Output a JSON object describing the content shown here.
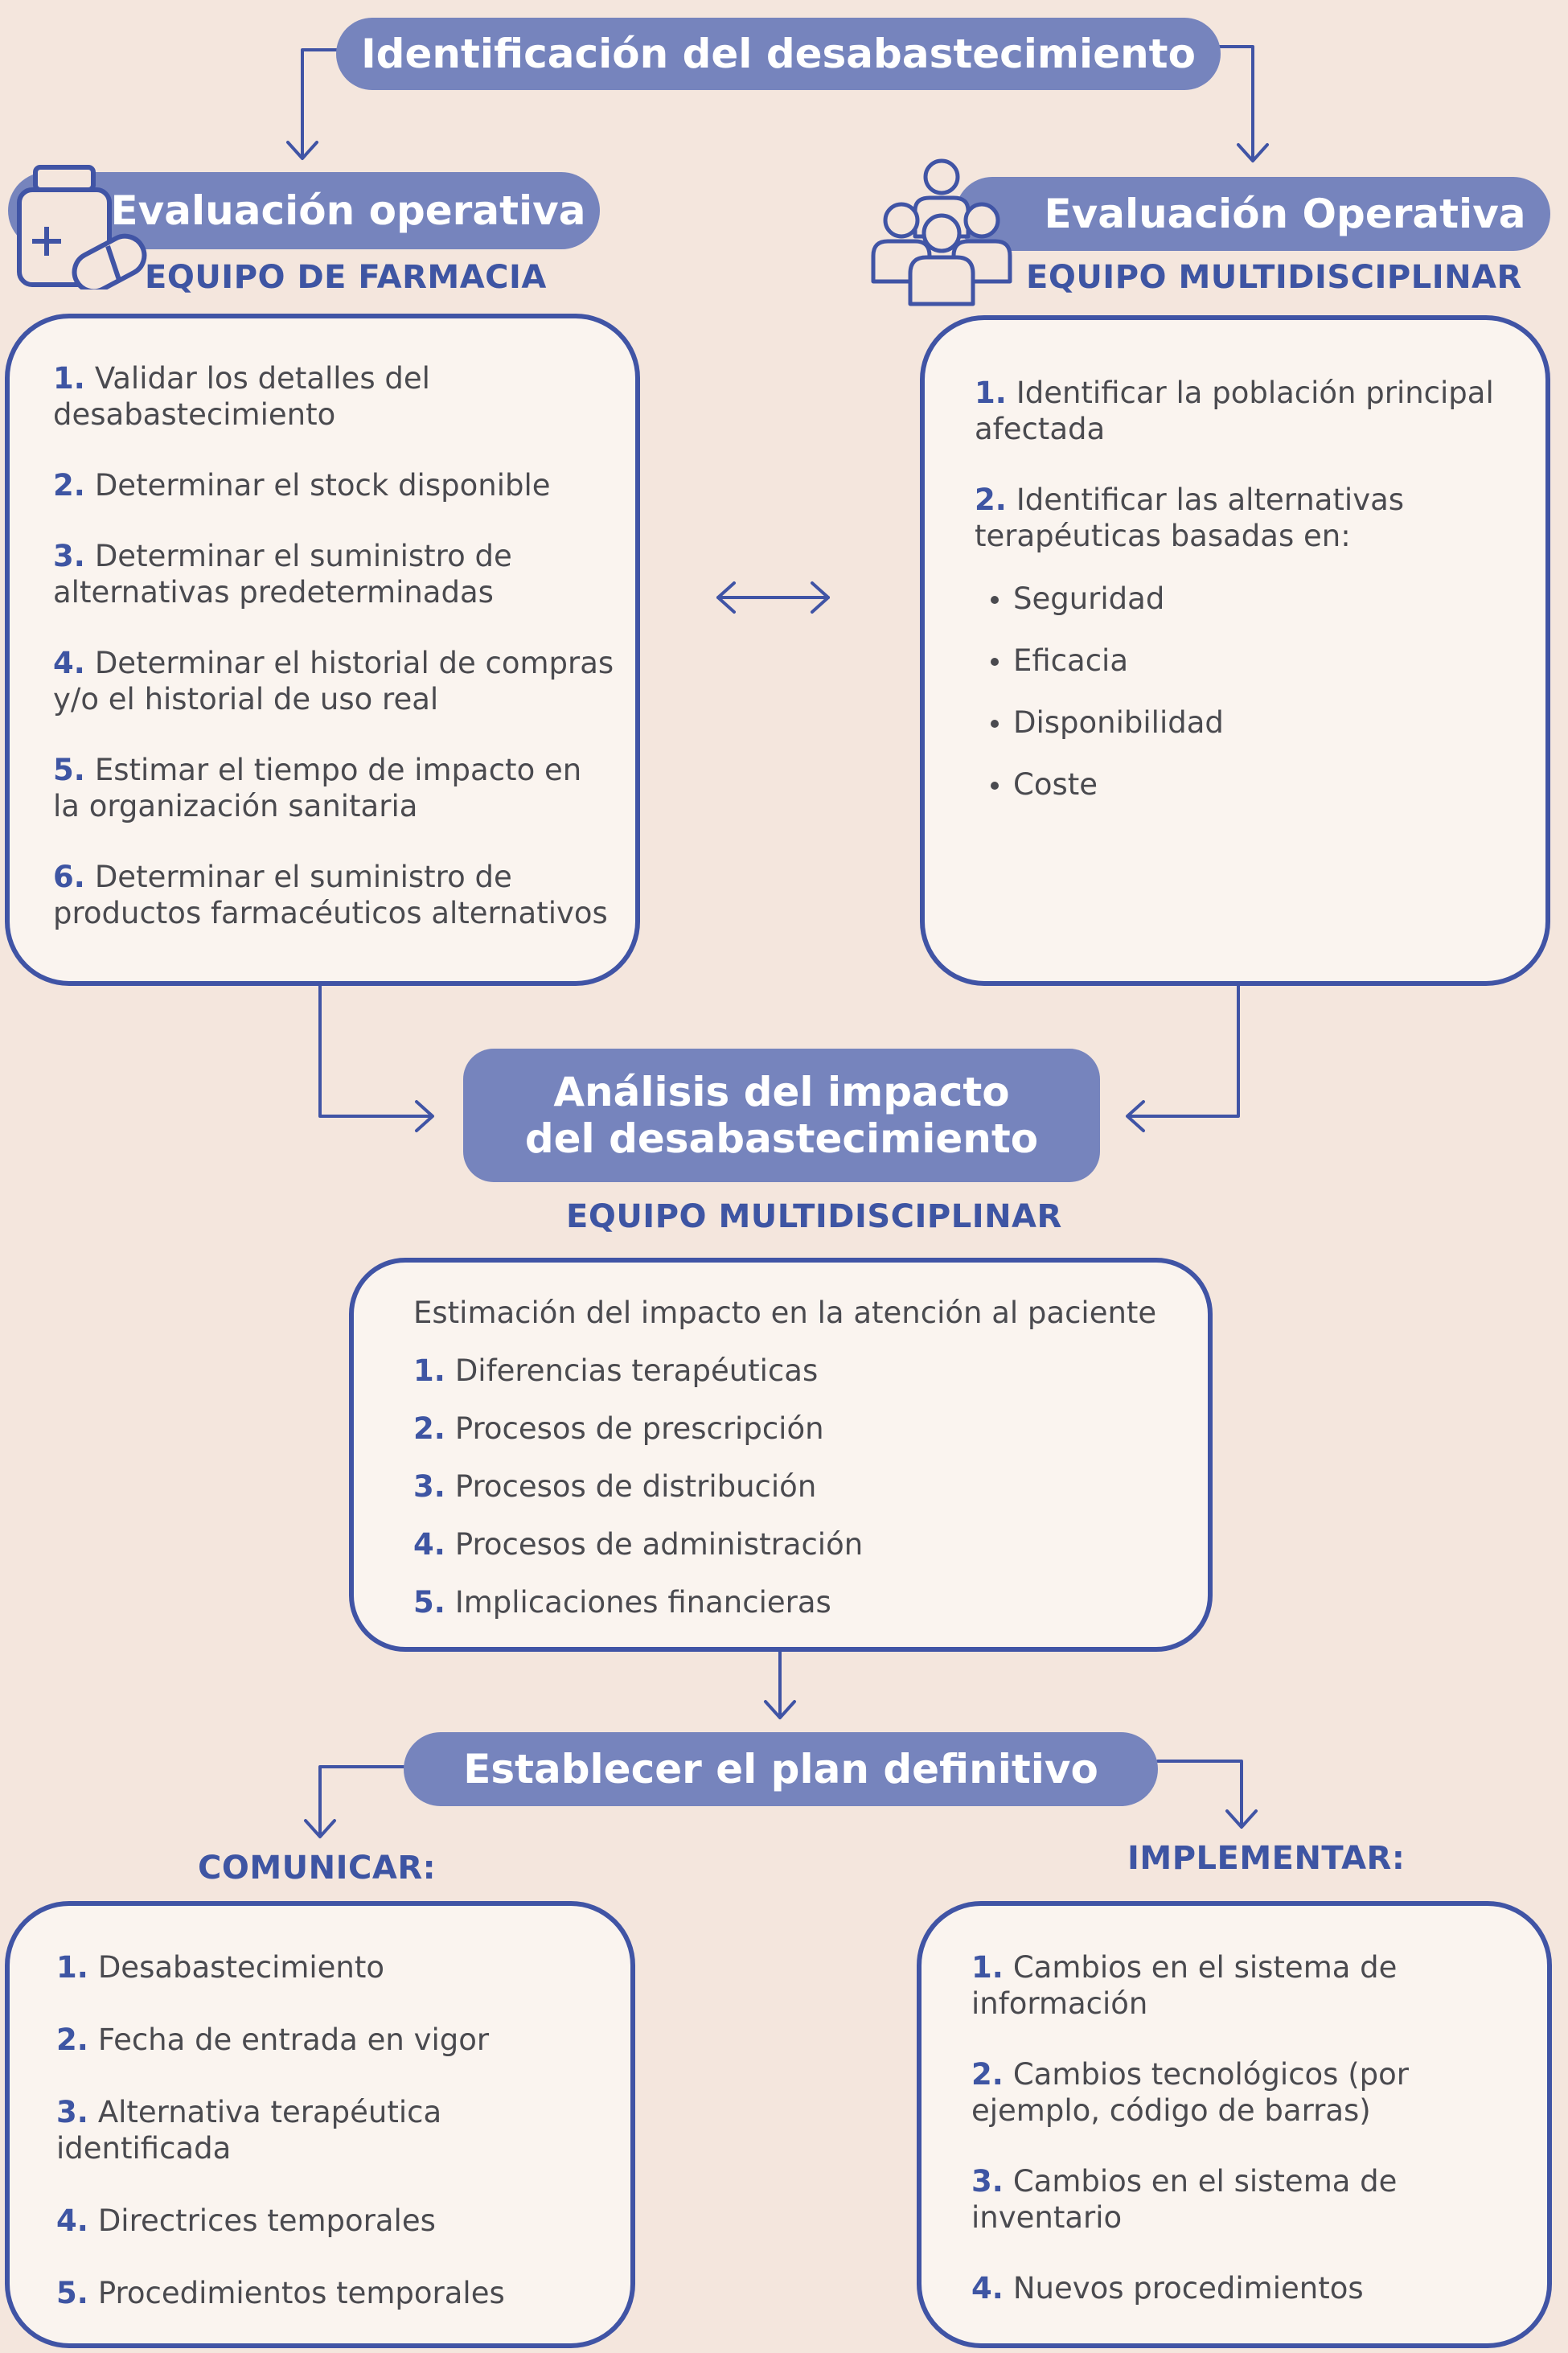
{
  "top": {
    "title": "Identificación del desabastecimiento"
  },
  "left_eval": {
    "title": "Evaluación operativa",
    "team": "EQUIPO DE FARMACIA",
    "icon": "medicine-bottle-icon",
    "items": [
      {
        "num": "1.",
        "text": "Validar los detalles del desabastecimiento"
      },
      {
        "num": "2.",
        "text": "Determinar el stock disponible"
      },
      {
        "num": "3.",
        "text": "Determinar el suministro de alternativas predeterminadas"
      },
      {
        "num": "4.",
        "text": "Determinar el historial de compras y/o el historial de uso real"
      },
      {
        "num": "5.",
        "text": "Estimar el tiempo de impacto en la organización sanitaria"
      },
      {
        "num": "6.",
        "text": "Determinar el suministro de productos farmacéuticos alternativos"
      }
    ]
  },
  "right_eval": {
    "title": "Evaluación Operativa",
    "team": "EQUIPO MULTIDISCIPLINAR",
    "icon": "team-people-icon",
    "items": [
      {
        "num": "1.",
        "text": "Identificar la población principal afectada"
      },
      {
        "num": "2.",
        "text": "Identificar las alternativas terapéuticas basadas en:"
      }
    ],
    "criteria": [
      "Seguridad",
      "Eficacia",
      "Disponibilidad",
      "Coste"
    ]
  },
  "analysis": {
    "title_line1": "Análisis del impacto",
    "title_line2": "del desabastecimiento",
    "team": "EQUIPO MULTIDISCIPLINAR",
    "intro": "Estimación del impacto en la atención al paciente",
    "items": [
      {
        "num": "1.",
        "text": "Diferencias terapéuticas"
      },
      {
        "num": "2.",
        "text": "Procesos de prescripción"
      },
      {
        "num": "3.",
        "text": "Procesos de distribución"
      },
      {
        "num": "4.",
        "text": "Procesos de administración"
      },
      {
        "num": "5.",
        "text": "Implicaciones financieras"
      }
    ]
  },
  "plan": {
    "title": "Establecer el plan definitivo"
  },
  "communicate": {
    "label": "COMUNICAR:",
    "items": [
      {
        "num": "1.",
        "text": "Desabastecimiento"
      },
      {
        "num": "2.",
        "text": "Fecha de entrada en vigor"
      },
      {
        "num": "3.",
        "text": "Alternativa terapéutica identificada"
      },
      {
        "num": "4.",
        "text": "Directrices temporales"
      },
      {
        "num": "5.",
        "text": "Procedimientos temporales"
      }
    ]
  },
  "implement": {
    "label": "IMPLEMENTAR:",
    "items": [
      {
        "num": "1.",
        "text": "Cambios en el sistema de información"
      },
      {
        "num": "2.",
        "text": "Cambios tecnológicos (por ejemplo, código de barras)"
      },
      {
        "num": "3.",
        "text": "Cambios en el sistema de inventario"
      },
      {
        "num": "4.",
        "text": "Nuevos procedimientos"
      }
    ]
  },
  "colors": {
    "background": "#f4e6dd",
    "pill": "#7684bd",
    "accent": "#3e55a3",
    "card": "#faf4ef",
    "text": "#4a4a4f"
  }
}
